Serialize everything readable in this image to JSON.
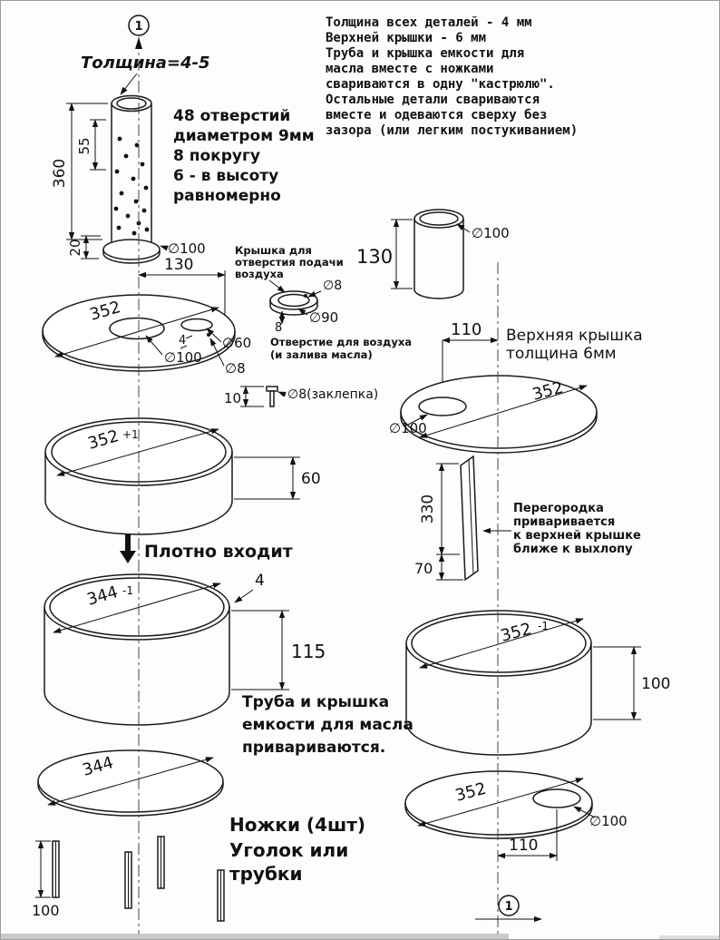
{
  "header_note": {
    "lines": [
      "Толщина всех деталей - 4 мм",
      "Верхней крышки - 6 мм",
      "Труба и крышка емкости для",
      "масла вместе с ножками",
      "свариваются в одну \"кастрюлю\".",
      "Остальные детали свариваются",
      "вместе и одеваются сверху без",
      "зазора (или легким постукиванием)"
    ]
  },
  "section_mark": "1",
  "tube": {
    "thickness_note": "Толщина=4-5",
    "holes_note": [
      "48 отверстий",
      "диаметром 9мм",
      "8 покругу",
      "6 - в высоту",
      "равномерно"
    ],
    "dim_height": "360",
    "dim_hole_spacing": "55",
    "dim_flange": "20",
    "dia_flange": "∅100"
  },
  "tank_lid": {
    "dim_130": "130",
    "dia": "352",
    "dia_100": "∅100",
    "dia_60": "∅60",
    "dim_4": "4",
    "dia_8": "∅8",
    "hole_label": [
      "Отверстие для воздуха",
      "(и залива масла)"
    ]
  },
  "air_cover": {
    "label": [
      "Крышка для",
      "отверстия подачи",
      "воздуха"
    ],
    "dia_8": "∅8",
    "dia_90": "∅90",
    "dim_8": "8"
  },
  "rivet": {
    "dim_10": "10",
    "label": "∅8(заклепка)"
  },
  "ring_352": {
    "dia": "352",
    "tol": "+1",
    "dim_60": "60"
  },
  "fit_note": "Плотно входит",
  "pot": {
    "dia": "344",
    "tol": "-1",
    "dim_4": "4",
    "dim_115": "115"
  },
  "weld_note": [
    "Труба и крышка",
    "емкости для масла",
    "привариваются."
  ],
  "disc_344": {
    "dia": "344"
  },
  "legs": {
    "label": [
      "Ножки (4шт)",
      "Уголок или",
      "трубки"
    ],
    "dim_100": "100"
  },
  "exhaust_pipe": {
    "dim_130": "130",
    "dia_100": "∅100"
  },
  "top_lid": {
    "dim_110": "110",
    "label": [
      "Верхняя крышка",
      "толщина 6мм"
    ],
    "dia": "352",
    "dia_100": "∅100"
  },
  "partition": {
    "dim_330": "330",
    "dim_70": "70",
    "note": [
      "Перегородка",
      "приваривается",
      "к верхней крышке",
      "ближе к выхлопу"
    ]
  },
  "upper_body": {
    "dia": "352",
    "tol": "-1",
    "dim_100": "100"
  },
  "bottom_disc": {
    "dia": "352",
    "dia_100": "∅100",
    "dim_110": "110"
  }
}
